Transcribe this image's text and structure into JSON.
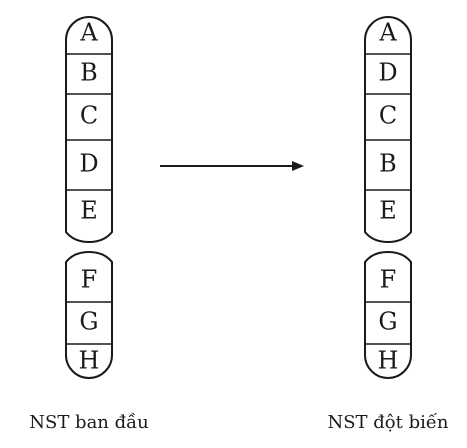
{
  "original": {
    "segments": [
      "A",
      "B",
      "C",
      "D",
      "E",
      "F",
      "G",
      "H"
    ],
    "caption": "NST ban đầu"
  },
  "mutant": {
    "segments": [
      "A",
      "D",
      "C",
      "B",
      "E",
      "F",
      "G",
      "H"
    ],
    "caption": "NST đột biến"
  }
}
